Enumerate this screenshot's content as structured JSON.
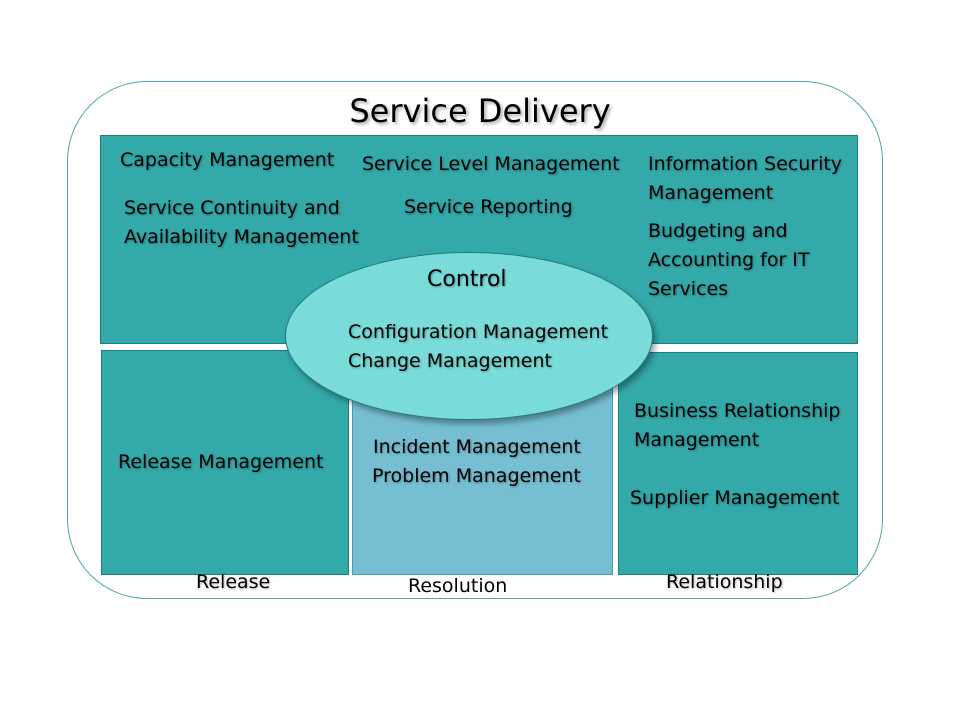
{
  "diagram": {
    "title": "Service Delivery",
    "top_panel": {
      "items": [
        "Capacity Management",
        "Service Level Management",
        "Information Security",
        "Management",
        "Service Continuity and",
        "Availability Management",
        "Service Reporting",
        "Budgeting and",
        "Accounting for IT",
        "Services"
      ]
    },
    "control": {
      "title": "Control",
      "items": [
        "Configuration Management",
        "Change Management"
      ]
    },
    "release_panel": {
      "item": "Release Management",
      "footer": "Release"
    },
    "resolution_panel": {
      "items": [
        "Incident Management",
        "Problem Management"
      ],
      "footer": "Resolution"
    },
    "relationship_panel": {
      "items": [
        "Business Relationship",
        "Management",
        "Supplier Management"
      ],
      "footer": "Relationship"
    },
    "colors": {
      "panel": "#33a9aa",
      "panel_light": "#76bfd2",
      "ellipse": "#7adcd9",
      "outline": "#4ea8a8"
    }
  }
}
